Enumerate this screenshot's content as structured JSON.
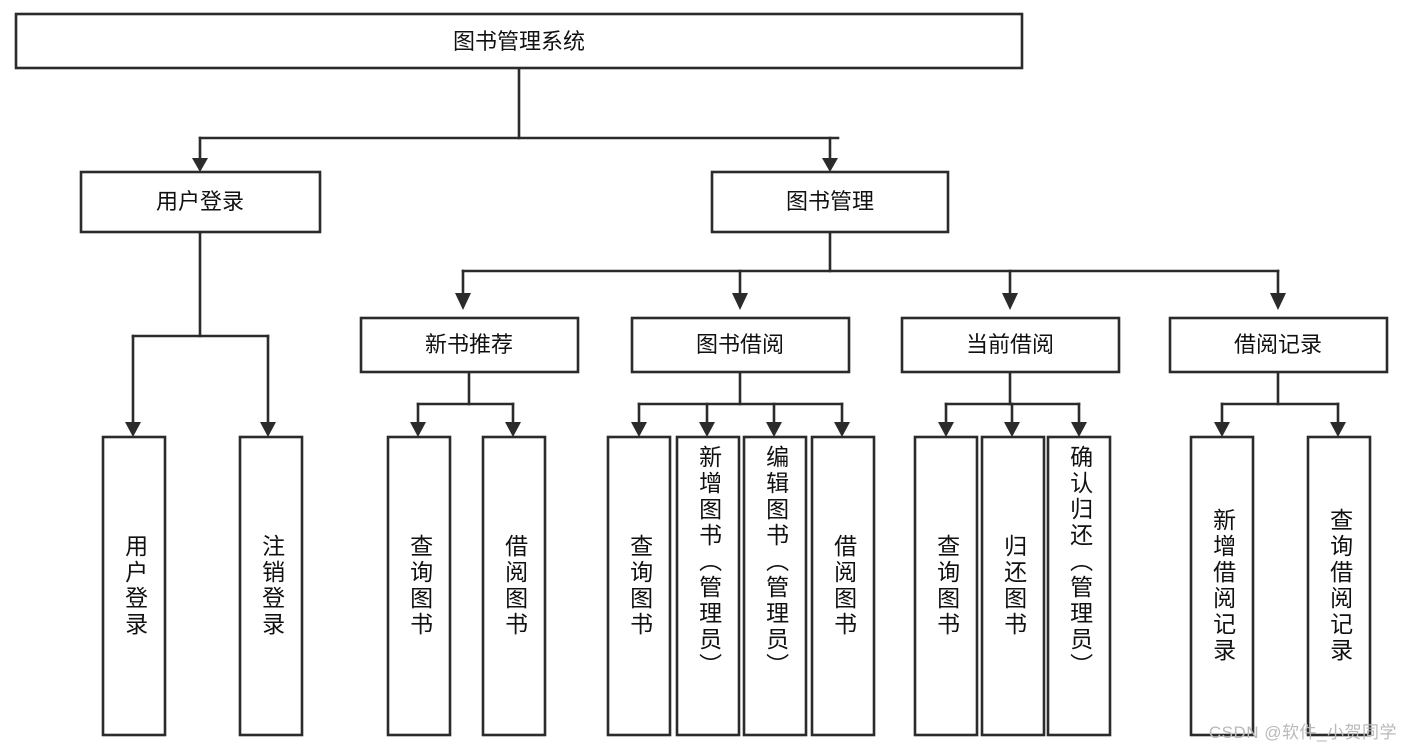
{
  "diagram": {
    "title": "图书管理系统",
    "type": "tree-hierarchy",
    "orientation": "top-down",
    "colors": {
      "box_stroke": "#2b2b2b",
      "box_fill": "#ffffff",
      "connector": "#2b2b2b",
      "text": "#111111",
      "background": "#ffffff",
      "watermark": "#b9b9b9"
    },
    "root": {
      "label": "图书管理系统"
    },
    "level2": [
      {
        "label": "用户登录"
      },
      {
        "label": "图书管理"
      }
    ],
    "level3": [
      {
        "label": "新书推荐"
      },
      {
        "label": "图书借阅"
      },
      {
        "label": "当前借阅"
      },
      {
        "label": "借阅记录"
      }
    ],
    "leaves": {
      "user_login": [
        {
          "label": "用户登录"
        },
        {
          "label": "注销登录"
        }
      ],
      "new_book_recommend": [
        {
          "label": "查询图书"
        },
        {
          "label": "借阅图书"
        }
      ],
      "book_borrow": [
        {
          "label": "查询图书"
        },
        {
          "label": "新增图书（管理员）"
        },
        {
          "label": "编辑图书（管理员）"
        },
        {
          "label": "借阅图书"
        }
      ],
      "current_borrow": [
        {
          "label": "查询图书"
        },
        {
          "label": "归还图书"
        },
        {
          "label": "确认归还（管理员）"
        }
      ],
      "borrow_record": [
        {
          "label": "新增借阅记录"
        },
        {
          "label": "查询借阅记录"
        }
      ]
    },
    "watermark": "CSDN @软件_小贺同学"
  }
}
